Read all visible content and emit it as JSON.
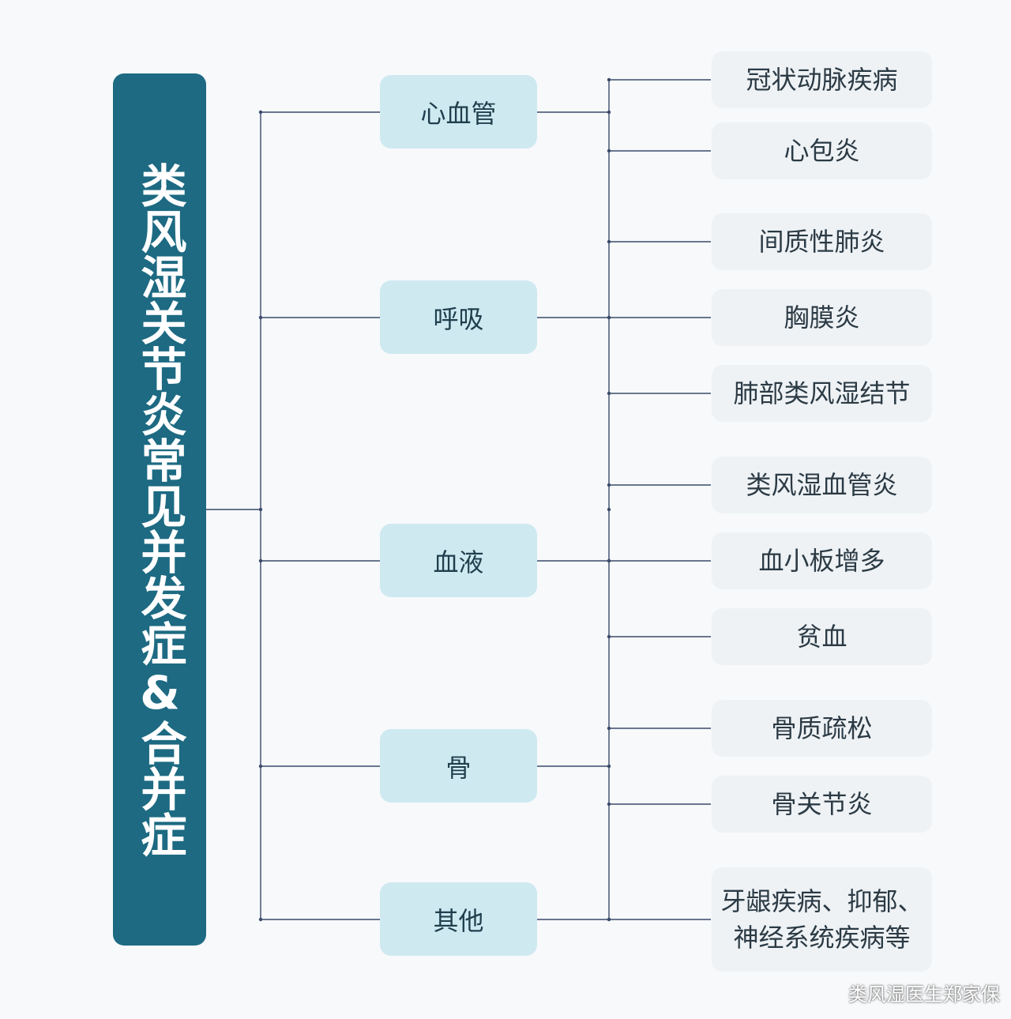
{
  "root": {
    "title": "类风湿关节炎常见并发症&合并症"
  },
  "categories": [
    {
      "label": "心血管",
      "items": [
        "冠状动脉疾病",
        "心包炎"
      ]
    },
    {
      "label": "呼吸",
      "items": [
        "间质性肺炎",
        "胸膜炎",
        "肺部类风湿结节"
      ]
    },
    {
      "label": "血液",
      "items": [
        "类风湿血管炎",
        "血小板增多",
        "贫血"
      ]
    },
    {
      "label": "骨",
      "items": [
        "骨质疏松",
        "骨关节炎"
      ]
    },
    {
      "label": "其他",
      "items": [
        "牙龈疾病、抑郁、\n神经系统疾病等"
      ]
    }
  ],
  "watermark": "类风湿医生郑家保",
  "colors": {
    "root_fill": "#1d6a82",
    "category_fill": "#cfe9f1",
    "leaf_fill": "#eef2f5",
    "line": "#3a4a6a"
  }
}
